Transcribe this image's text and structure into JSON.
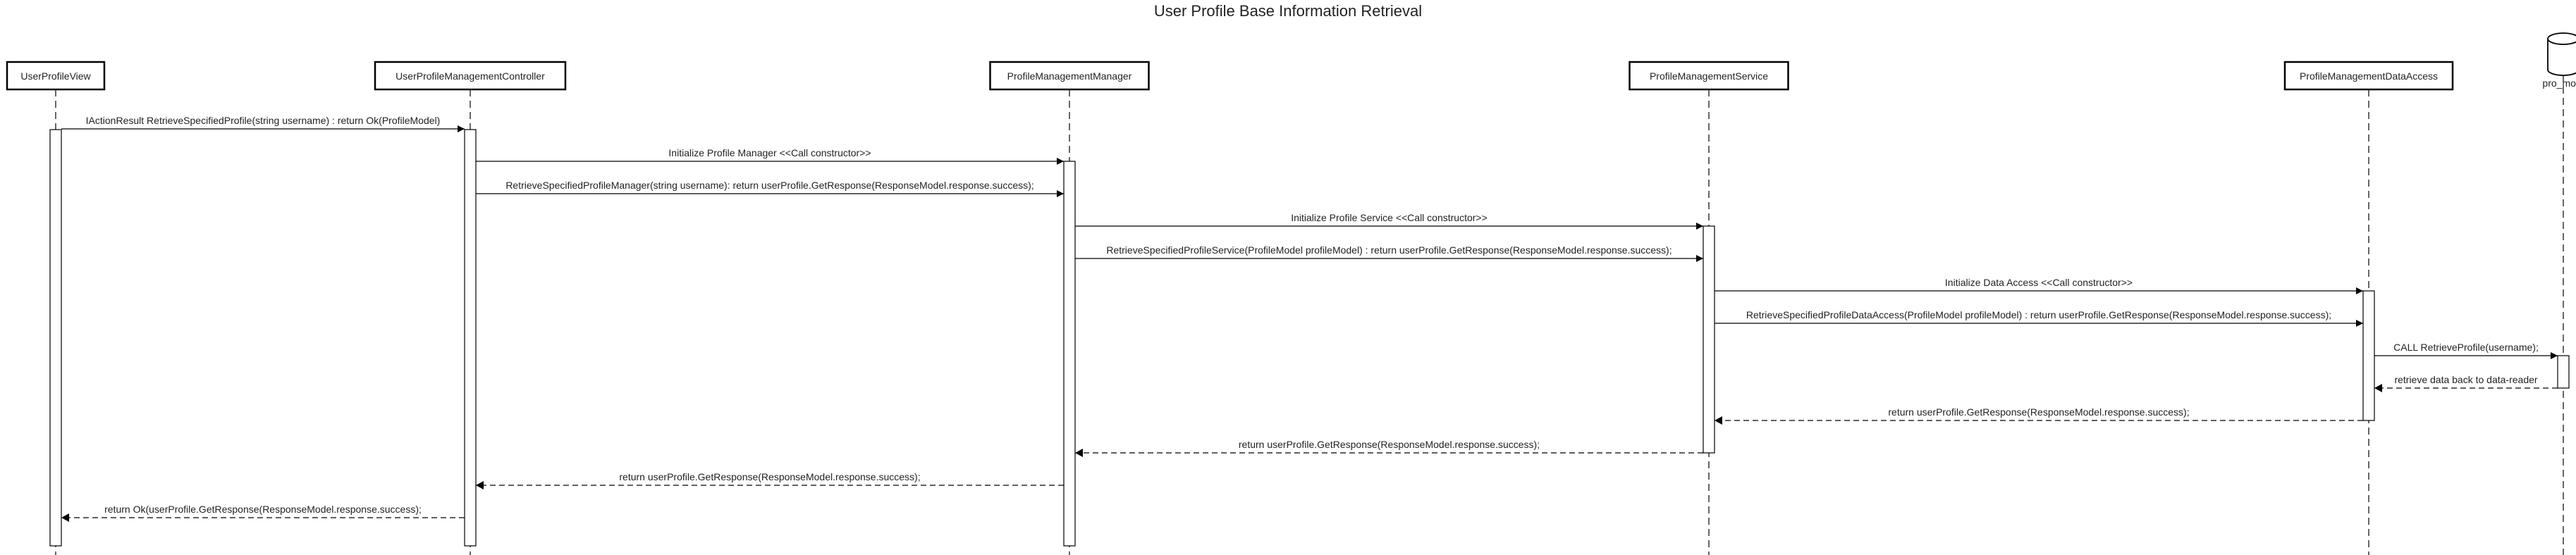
{
  "title": "User Profile Base Information Retrieval",
  "participants": [
    {
      "id": "view",
      "label": "UserProfileView",
      "kind": "box"
    },
    {
      "id": "ctrl",
      "label": "UserProfileManagementController",
      "kind": "box"
    },
    {
      "id": "mgr",
      "label": "ProfileManagementManager",
      "kind": "box"
    },
    {
      "id": "svc",
      "label": "ProfileManagementService",
      "kind": "box"
    },
    {
      "id": "dao",
      "label": "ProfileManagementDataAccess",
      "kind": "box"
    },
    {
      "id": "db",
      "label": "pro_moto",
      "kind": "database"
    }
  ],
  "messages": [
    {
      "from": "view",
      "to": "ctrl",
      "label": "IActionResult RetrieveSpecifiedProfile(string username) : return Ok(ProfileModel)",
      "type": "call"
    },
    {
      "from": "ctrl",
      "to": "mgr",
      "label": "Initialize Profile Manager <<Call constructor>>",
      "type": "call"
    },
    {
      "from": "ctrl",
      "to": "mgr",
      "label": "RetrieveSpecifiedProfileManager(string username): return userProfile.GetResponse(ResponseModel.response.success);",
      "type": "call"
    },
    {
      "from": "mgr",
      "to": "svc",
      "label": "Initialize Profile Service <<Call constructor>>",
      "type": "call"
    },
    {
      "from": "mgr",
      "to": "svc",
      "label": "RetrieveSpecifiedProfileService(ProfileModel profileModel) : return userProfile.GetResponse(ResponseModel.response.success);",
      "type": "call"
    },
    {
      "from": "svc",
      "to": "dao",
      "label": "Initialize Data Access <<Call constructor>>",
      "type": "call"
    },
    {
      "from": "svc",
      "to": "dao",
      "label": "RetrieveSpecifiedProfileDataAccess(ProfileModel profileModel) : return userProfile.GetResponse(ResponseModel.response.success);",
      "type": "call"
    },
    {
      "from": "dao",
      "to": "db",
      "label": "CALL RetrieveProfile(username);",
      "type": "call"
    },
    {
      "from": "db",
      "to": "dao",
      "label": "retrieve data back to data-reader",
      "type": "return"
    },
    {
      "from": "dao",
      "to": "svc",
      "label": "return userProfile.GetResponse(ResponseModel.response.success);",
      "type": "return"
    },
    {
      "from": "svc",
      "to": "mgr",
      "label": "return userProfile.GetResponse(ResponseModel.response.success);",
      "type": "return"
    },
    {
      "from": "mgr",
      "to": "ctrl",
      "label": "return userProfile.GetResponse(ResponseModel.response.success);",
      "type": "return"
    },
    {
      "from": "ctrl",
      "to": "view",
      "label": "return Ok(userProfile.GetResponse(ResponseModel.response.success);",
      "type": "return"
    }
  ]
}
